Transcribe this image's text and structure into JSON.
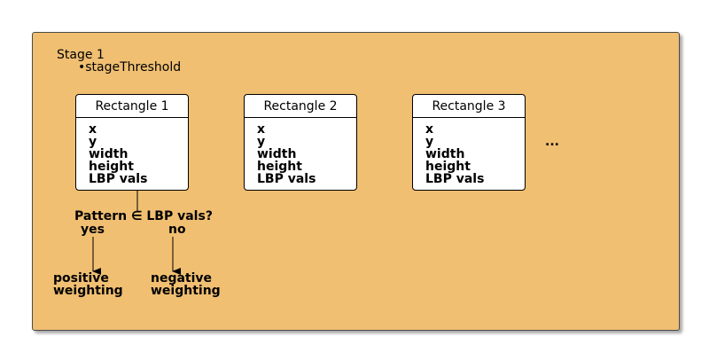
{
  "stage": {
    "title": "Stage 1",
    "attribute": "•stageThreshold"
  },
  "rectangles": [
    {
      "title": "Rectangle 1",
      "fields": [
        "x",
        "y",
        "width",
        "height",
        "LBP vals"
      ]
    },
    {
      "title": "Rectangle 2",
      "fields": [
        "x",
        "y",
        "width",
        "height",
        "LBP vals"
      ]
    },
    {
      "title": "Rectangle 3",
      "fields": [
        "x",
        "y",
        "width",
        "height",
        "LBP vals"
      ]
    }
  ],
  "more_indicator": "...",
  "decision": {
    "question": "Pattern ∈ LBP vals?",
    "yes_label": "yes",
    "no_label": "no",
    "yes_outcome": [
      "positive",
      "weighting"
    ],
    "no_outcome": [
      "negative",
      "weighting"
    ]
  },
  "colors": {
    "stage_fill": "#f0bf72",
    "box_fill": "#ffffff",
    "line": "#000000"
  }
}
